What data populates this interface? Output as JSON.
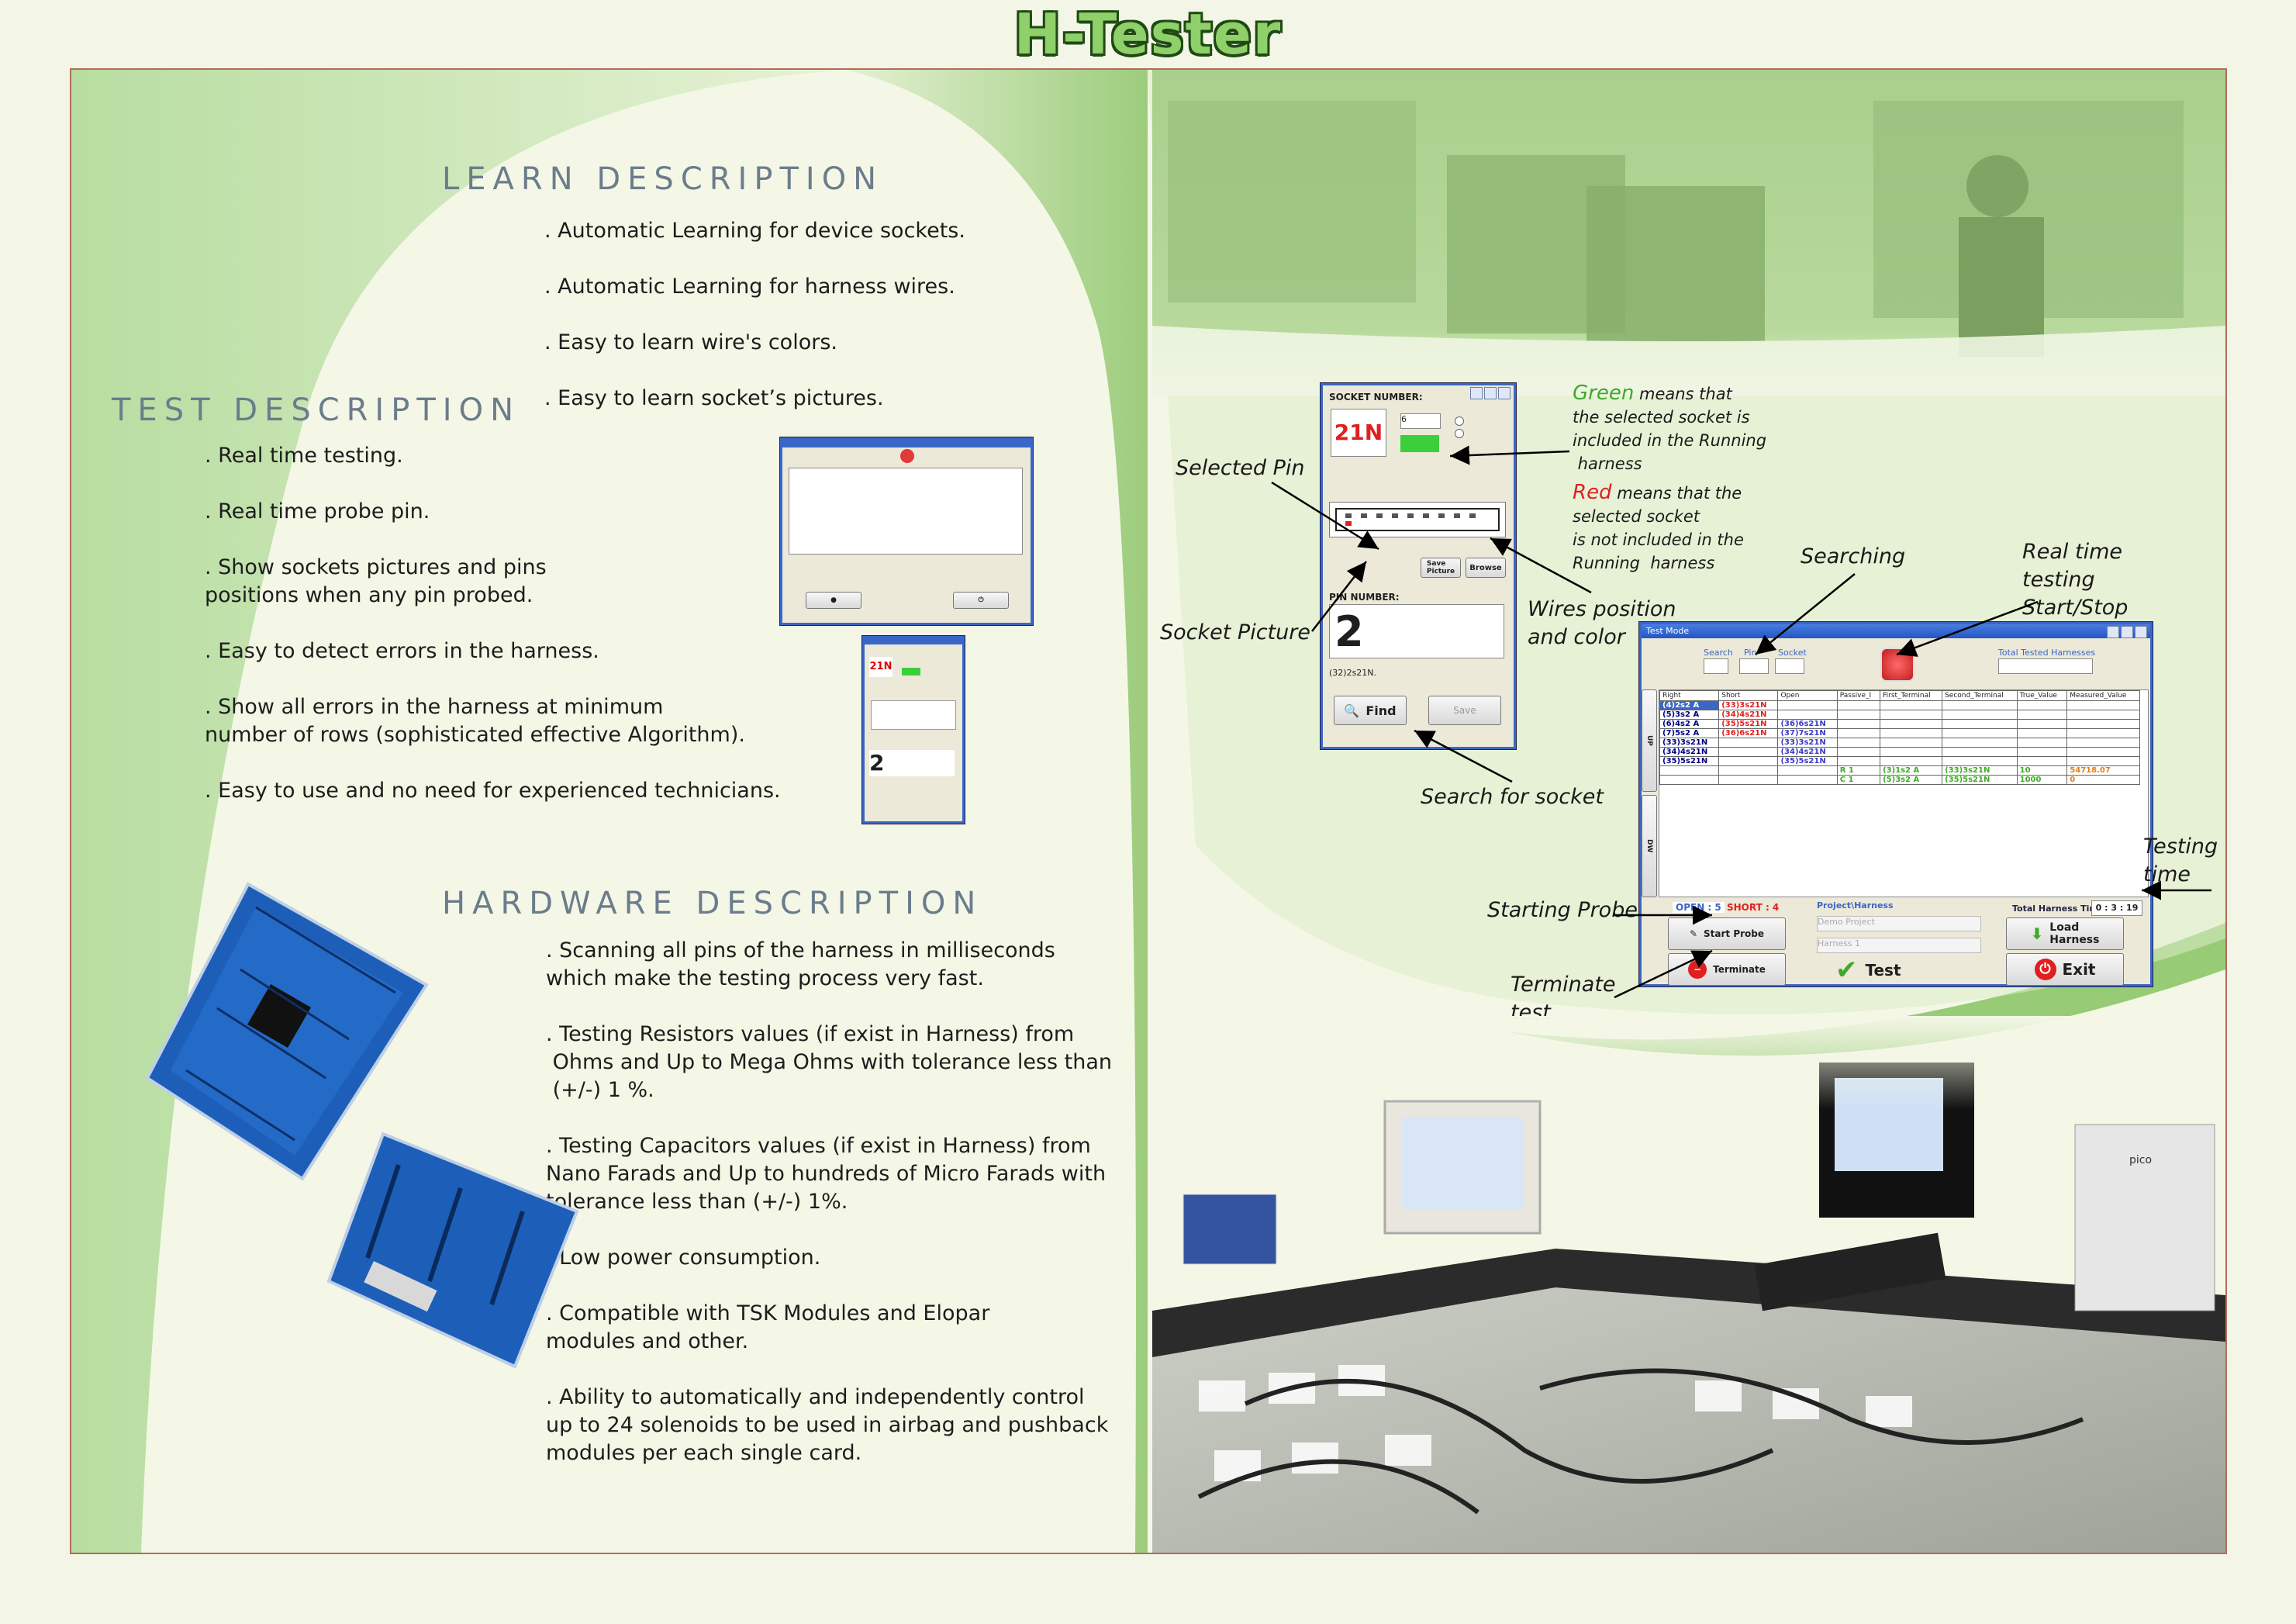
{
  "brand": {
    "title": "H-Tester"
  },
  "learn": {
    "title": "LEARN DESCRIPTION",
    "items": [
      ". Automatic Learning for device sockets.",
      ". Automatic Learning for harness wires.",
      ". Easy to learn wire's colors.",
      ". Easy to learn socket’s pictures."
    ]
  },
  "test": {
    "title": "TEST DESCRIPTION",
    "items": [
      ". Real time testing.",
      ". Real time probe pin.",
      ". Show sockets pictures and pins\npositions when any pin probed.",
      ". Easy to detect errors in the harness.",
      ". Show all errors in the harness at minimum\nnumber of rows (sophisticated effective Algorithm).",
      ". Easy to use and no need for experienced technicians."
    ]
  },
  "hardware": {
    "title": "HARDWARE DESCRIPTION",
    "items": [
      ". Scanning all pins of the harness in milliseconds\nwhich make the testing process very fast.",
      ". Testing Resistors values (if exist in Harness) from\n Ohms and Up to Mega Ohms with tolerance less than\n (+/-) 1 %.",
      ". Testing Capacitors values (if exist in Harness) from\nNano Farads and Up to hundreds of Micro Farads with\ntolerance less than (+/-) 1%.",
      ". Low power consumption.",
      ". Compatible with TSK Modules and Elopar\nmodules and other.",
      ". Ability to automatically and independently control\nup to 24 solenoids to be used in airbag and pushback\nmodules per each single card."
    ]
  },
  "annotations": {
    "selected_pin": "Selected Pin",
    "socket_picture": "Socket Picture",
    "wires_position": "Wires position\nand color",
    "search_for_socket": "Search for socket",
    "searching": "Searching",
    "real_time": "Real time\ntesting\nStart/Stop",
    "testing_time": "Testing\ntime",
    "starting_probe": "Starting Probe",
    "terminate_test": "Terminate\ntest",
    "green_word": "Green",
    "green_rest": " means that\nthe selected socket is\nincluded in the Running\n harness",
    "red_word": "Red",
    "red_rest": " means that the\nselected socket\nis not included in the\nRunning  harness"
  },
  "socket_window": {
    "label": "SOCKET NUMBER:",
    "socket": "21N",
    "field_value": "6",
    "pin_label": "PIN NUMBER:",
    "pin": "2",
    "pin_detail": "(32)2s21N.",
    "find": "Find",
    "save": "Save",
    "save_picture": "Save\nPicture",
    "browse": "Browse"
  },
  "test_window": {
    "title": "Test Mode",
    "search_label": "Search",
    "pin_label": "Pin",
    "socket_label": "Socket",
    "total_tested_label": "Total Tested Harnesses",
    "columns": [
      "Right",
      "Short",
      "Open",
      "Passive_I",
      "First_Terminal",
      "Second_Terminal",
      "True_Value",
      "Measured_Value"
    ],
    "rows": [
      [
        "(4)2s2 A",
        "(33)3s21N",
        "",
        "",
        "",
        "",
        "",
        ""
      ],
      [
        "(5)3s2 A",
        "(34)4s21N",
        "",
        "",
        "",
        "",
        "",
        ""
      ],
      [
        "(6)4s2 A",
        "(35)5s21N",
        "(36)6s21N",
        "",
        "",
        "",
        "",
        ""
      ],
      [
        "(7)5s2 A",
        "(36)6s21N",
        "(37)7s21N",
        "",
        "",
        "",
        "",
        ""
      ],
      [
        "(33)3s21N",
        "",
        "(33)3s21N",
        "",
        "",
        "",
        "",
        ""
      ],
      [
        "(34)4s21N",
        "",
        "(34)4s21N",
        "",
        "",
        "",
        "",
        ""
      ],
      [
        "(35)5s21N",
        "",
        "(35)5s21N",
        "",
        "",
        "",
        "",
        ""
      ],
      [
        "",
        "",
        "",
        "R 1",
        "(3)1s2 A",
        "(33)3s21N",
        "10",
        "54718.07"
      ],
      [
        "",
        "",
        "",
        "C 1",
        "(5)3s2 A",
        "(35)5s21N",
        "1000",
        "0"
      ]
    ],
    "up_label": "UP",
    "down_label": "DW",
    "open_label": "OPEN : 5",
    "short_label": "SHORT : 4",
    "project_label": "Project\\Harness",
    "project_value": "Demo Project",
    "harness_value": "Harness 1",
    "time_label": "Total Harness Time",
    "time_value": "0 : 3 : 19",
    "start_probe": "Start Probe",
    "load_harness": "Load\nHarness",
    "terminate": "Terminate",
    "test": "Test",
    "exit": "Exit"
  },
  "photo": {
    "module_label": "pico"
  },
  "colors": {
    "accent": "#8fd06a",
    "brand_outline": "#1f4a13",
    "frame_border": "#b56a5a",
    "title_grey": "#6b7c8c",
    "open_red": "#e02020",
    "pass_green": "#3faa2a"
  }
}
